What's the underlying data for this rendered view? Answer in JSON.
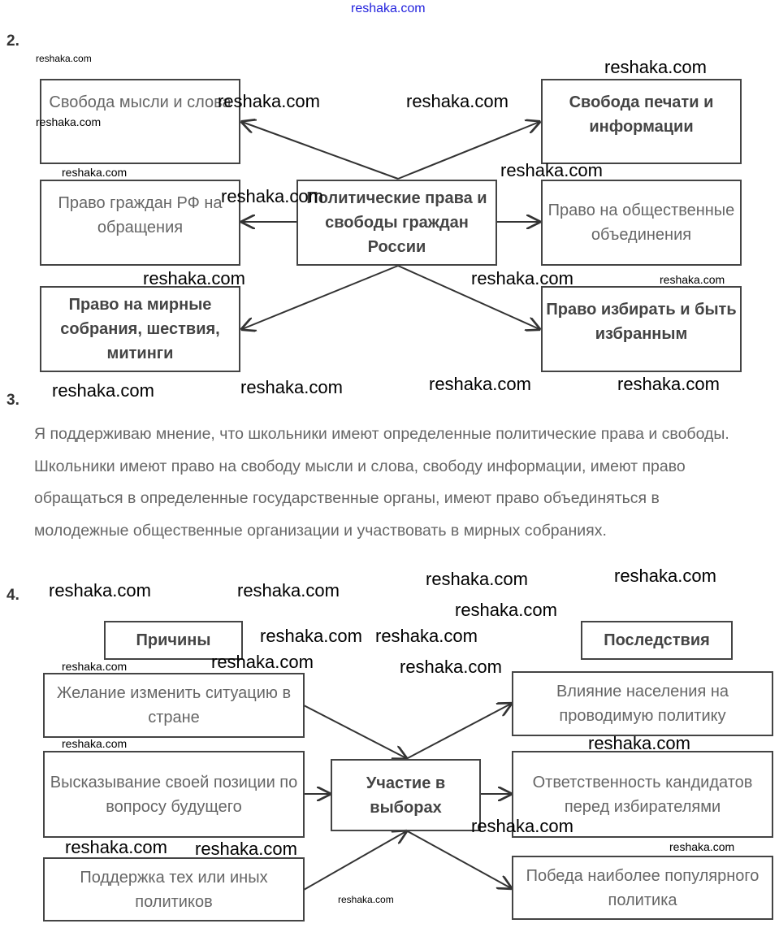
{
  "header_link": "reshaka.com",
  "watermark": "reshaka.com",
  "task2": {
    "number": "2.",
    "center": "Политические права и свободы граждан России",
    "boxes": [
      "Свобода мысли и слова",
      "Право граждан РФ на обращения",
      "Право на мирные собрания, шествия, митинги",
      "Свобода печати и информации",
      "Право на общественные объединения",
      "Право избирать и быть избранным"
    ]
  },
  "task3": {
    "number": "3.",
    "text": "Я поддерживаю мнение, что школьники имеют определенные политические права и свободы. Школьники имеют право на свободу мысли и слова, свободу информации, имеют право обращаться в определенные государственные органы, имеют право объединяться в молодежные общественные организации и участвовать в мирных собраниях."
  },
  "task4": {
    "number": "4.",
    "causes_title": "Причины",
    "consequences_title": "Последствия",
    "center": "Участие в выборах",
    "causes": [
      "Желание изменить ситуацию в стране",
      "Высказывание своей позиции по вопросу будущего",
      "Поддержка тех или иных политиков"
    ],
    "consequences": [
      "Влияние населения на проводимую политику",
      "Ответственность кандидатов перед избирателями",
      "Победа наиболее популярного политика"
    ]
  }
}
